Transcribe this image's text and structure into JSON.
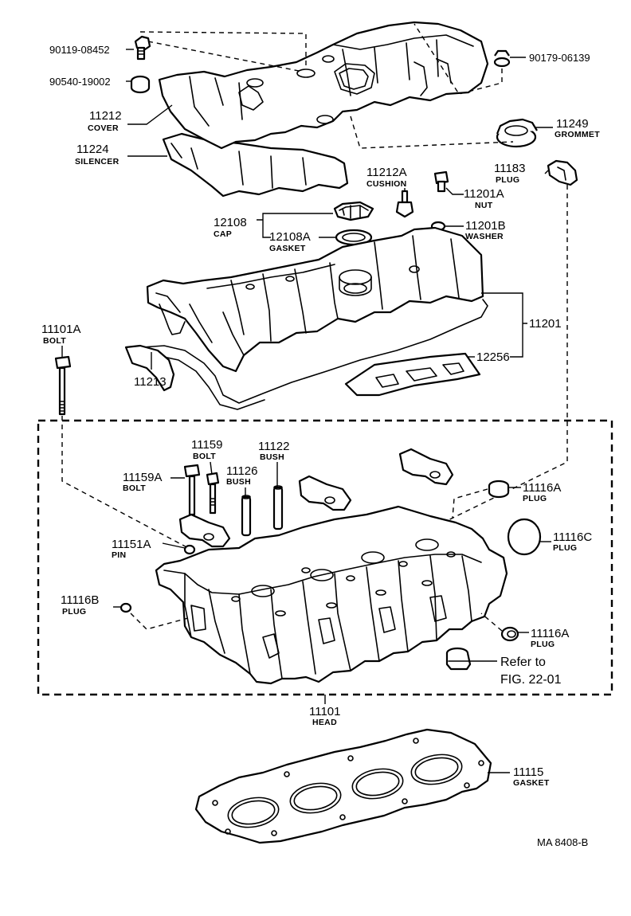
{
  "labels": {
    "bolt_90119": "90119-08452",
    "bush_90540": "90540-19002",
    "cover_num": "11212",
    "cover_name": "COVER",
    "silencer_num": "11224",
    "silencer_name": "SILENCER",
    "washer_90179": "90179-06139",
    "grommet_num": "11249",
    "grommet_name": "GROMMET",
    "plug11183_num": "11183",
    "plug11183_name": "PLUG",
    "cushion_num": "11212A",
    "cushion_name": "CUSHION",
    "nut_num": "11201A",
    "nut_name": "NUT",
    "cap_num": "12108",
    "cap_name": "CAP",
    "capgasket_num": "12108A",
    "capgasket_name": "GASKET",
    "washer_num": "11201B",
    "washer_name": "WASHER",
    "headcover_num": "11201",
    "gasket12256_num": "12256",
    "bolt11101a_num": "11101A",
    "bolt11101a_name": "BOLT",
    "part11213_num": "11213",
    "bolt11159_num": "11159",
    "bolt11159_name": "BOLT",
    "bush11122_num": "11122",
    "bush11122_name": "BUSH",
    "bolt11159a_num": "11159A",
    "bolt11159a_name": "BOLT",
    "bush11126_num": "11126",
    "bush11126_name": "BUSH",
    "plug11116a_top_num": "11116A",
    "plug11116a_top_name": "PLUG",
    "plug11116c_num": "11116C",
    "plug11116c_name": "PLUG",
    "pin_num": "11151A",
    "pin_name": "PIN",
    "plug11116b_num": "11116B",
    "plug11116b_name": "PLUG",
    "plug11116a_bot_num": "11116A",
    "plug11116a_bot_name": "PLUG",
    "refer_line1": "Refer to",
    "refer_line2": "FIG. 22-01",
    "head_num": "11101",
    "head_name": "HEAD",
    "headgasket_num": "11115",
    "headgasket_name": "GASKET",
    "figure_code": "MA  8408-B"
  }
}
